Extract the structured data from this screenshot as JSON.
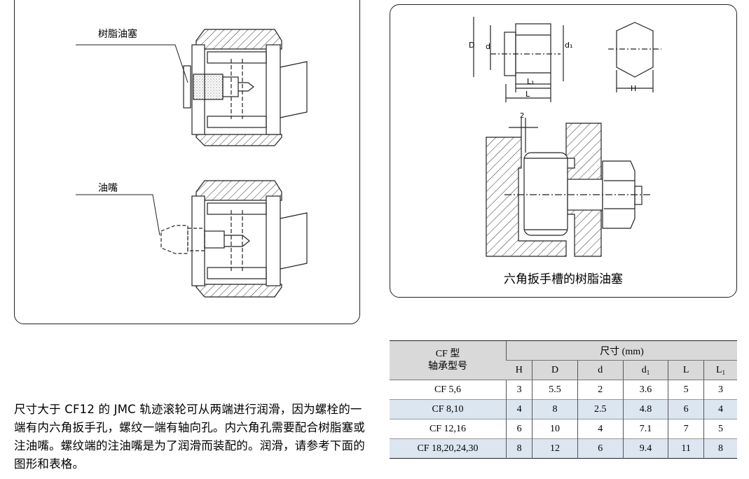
{
  "left_figure": {
    "label_grease_plug": "树脂油塞",
    "label_oil_nipple": "油嘴"
  },
  "right_figure": {
    "dim_D": "D",
    "dim_d": "d",
    "dim_d1": "d₁",
    "dim_L1": "L₁",
    "dim_L": "L",
    "dim_H": "H",
    "dim_gap": "2",
    "caption": "六角扳手槽的树脂油塞"
  },
  "paragraph": "尺寸大于 CF12 的 JMC 轨迹滚轮可从两端进行润滑，因为螺栓的一端有内六角扳手孔，螺纹一端有轴向孔。内六角孔需要配合树脂塞或注油嘴。螺纹端的注油嘴是为了润滑而装配的。润滑，请参考下面的图形和表格。",
  "table": {
    "model_header_line1": "CF 型",
    "model_header_line2": "轴承型号",
    "size_header": "尺寸 (mm)",
    "col_H": "H",
    "col_D": "D",
    "col_d": "d",
    "col_d1": "d",
    "col_d1_sub": "1",
    "col_L": "L",
    "col_L1": "L",
    "col_L1_sub": "1",
    "rows": [
      {
        "model": "CF 5,6",
        "H": "3",
        "D": "5.5",
        "d": "2",
        "d1": "3.6",
        "L": "5",
        "L1": "3"
      },
      {
        "model": "CF 8,10",
        "H": "4",
        "D": "8",
        "d": "2.5",
        "d1": "4.8",
        "L": "6",
        "L1": "4"
      },
      {
        "model": "CF 12,16",
        "H": "6",
        "D": "10",
        "d": "4",
        "d1": "7.1",
        "L": "7",
        "L1": "5"
      },
      {
        "model": "CF 18,20,24,30",
        "H": "8",
        "D": "12",
        "d": "6",
        "d1": "9.4",
        "L": "11",
        "L1": "8"
      }
    ]
  }
}
